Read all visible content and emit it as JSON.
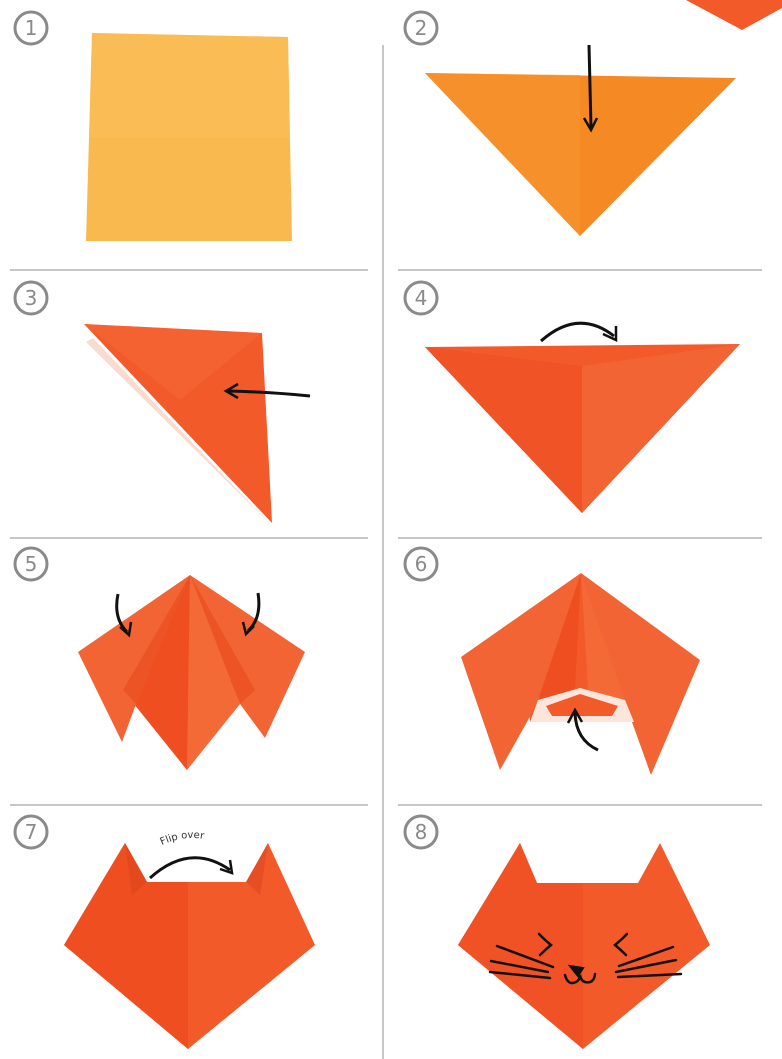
{
  "steps": [
    {
      "number": "1"
    },
    {
      "number": "2"
    },
    {
      "number": "3"
    },
    {
      "number": "4"
    },
    {
      "number": "5"
    },
    {
      "number": "6"
    },
    {
      "number": "7",
      "note": "Flip over"
    },
    {
      "number": "8"
    }
  ],
  "colors": {
    "paper_light": "#f9b94e",
    "paper_orange": "#f58a25",
    "paper_red": "#f25a2a",
    "paper_dark": "#d9441b",
    "divider": "#c7c7c7",
    "badge": "#8a8a8a",
    "ink": "#111111"
  }
}
